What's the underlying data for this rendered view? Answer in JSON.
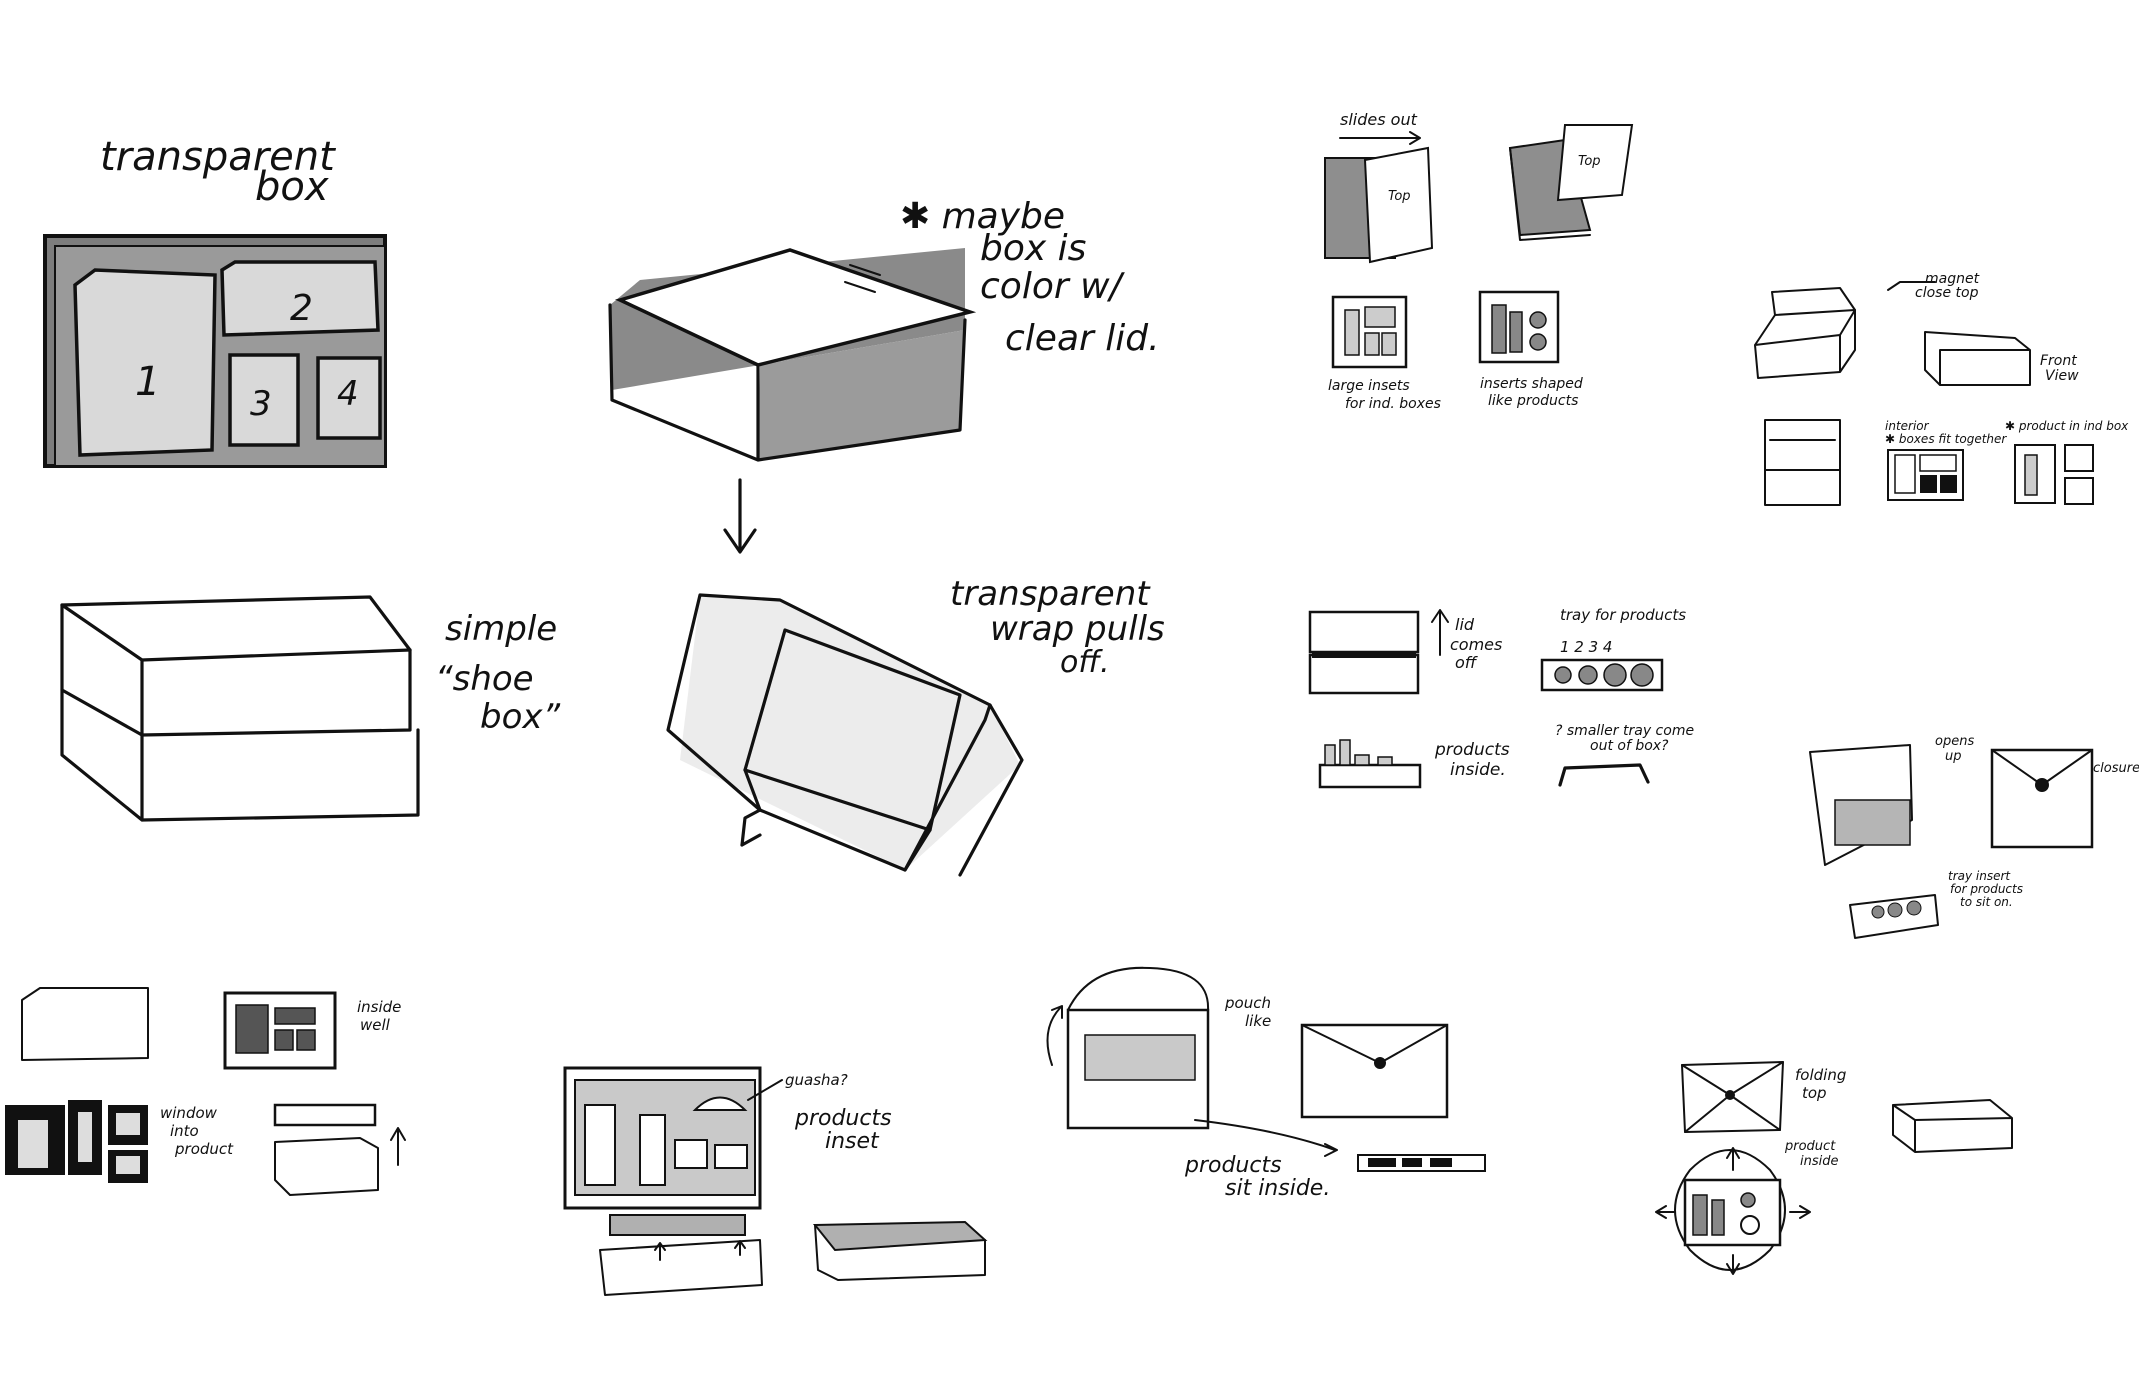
{
  "labels": {
    "transparent_box_1": "transparent",
    "transparent_box_2": "box",
    "num1": "1",
    "num2": "2",
    "num3": "3",
    "num4": "4",
    "maybe_1": "✱ maybe",
    "maybe_2": "box is",
    "maybe_3": "color w/",
    "maybe_4": "clear lid.",
    "simple_1": "simple",
    "simple_2": "“shoe",
    "simple_3": "box”",
    "wrap_1": "transparent",
    "wrap_2": "wrap pulls",
    "wrap_3": "off.",
    "slides_out": "slides out",
    "top_a": "Top",
    "top_b": "Top",
    "large_insets_1": "large insets",
    "large_insets_2": "for ind. boxes",
    "inserts_1": "inserts shaped",
    "inserts_2": "like products",
    "magnet_1": "magnet",
    "magnet_2": "close top",
    "front_1": "Front",
    "front_2": "View",
    "interior_1": "interior",
    "interior_2": "✱ boxes fit together",
    "product_ind": "✱ product in ind box",
    "lid_1": "lid",
    "lid_2": "comes",
    "lid_3": "off",
    "tray_products": "tray for products",
    "tray_nums": "1   2   3   4",
    "products_inside_1": "products",
    "products_inside_2": "inside.",
    "smaller_tray_1": "? smaller tray come",
    "smaller_tray_2": "out of box?",
    "opens_up_1": "opens",
    "opens_up_2": "up",
    "closure": "closure",
    "tray_insert_1": "tray insert",
    "tray_insert_2": "for products",
    "tray_insert_3": "to sit on.",
    "inside_well_1": "inside",
    "inside_well_2": "well",
    "window_1": "window",
    "window_2": "into",
    "window_3": "product",
    "guasha": "guasha?",
    "products_inset_1": "products",
    "products_inset_2": "inset",
    "pouch_1": "pouch",
    "pouch_2": "like",
    "sit_inside_1": "products",
    "sit_inside_2": "sit inside.",
    "folding_1": "folding",
    "folding_2": "top",
    "prod_inside_1": "product",
    "prod_inside_2": "inside"
  }
}
